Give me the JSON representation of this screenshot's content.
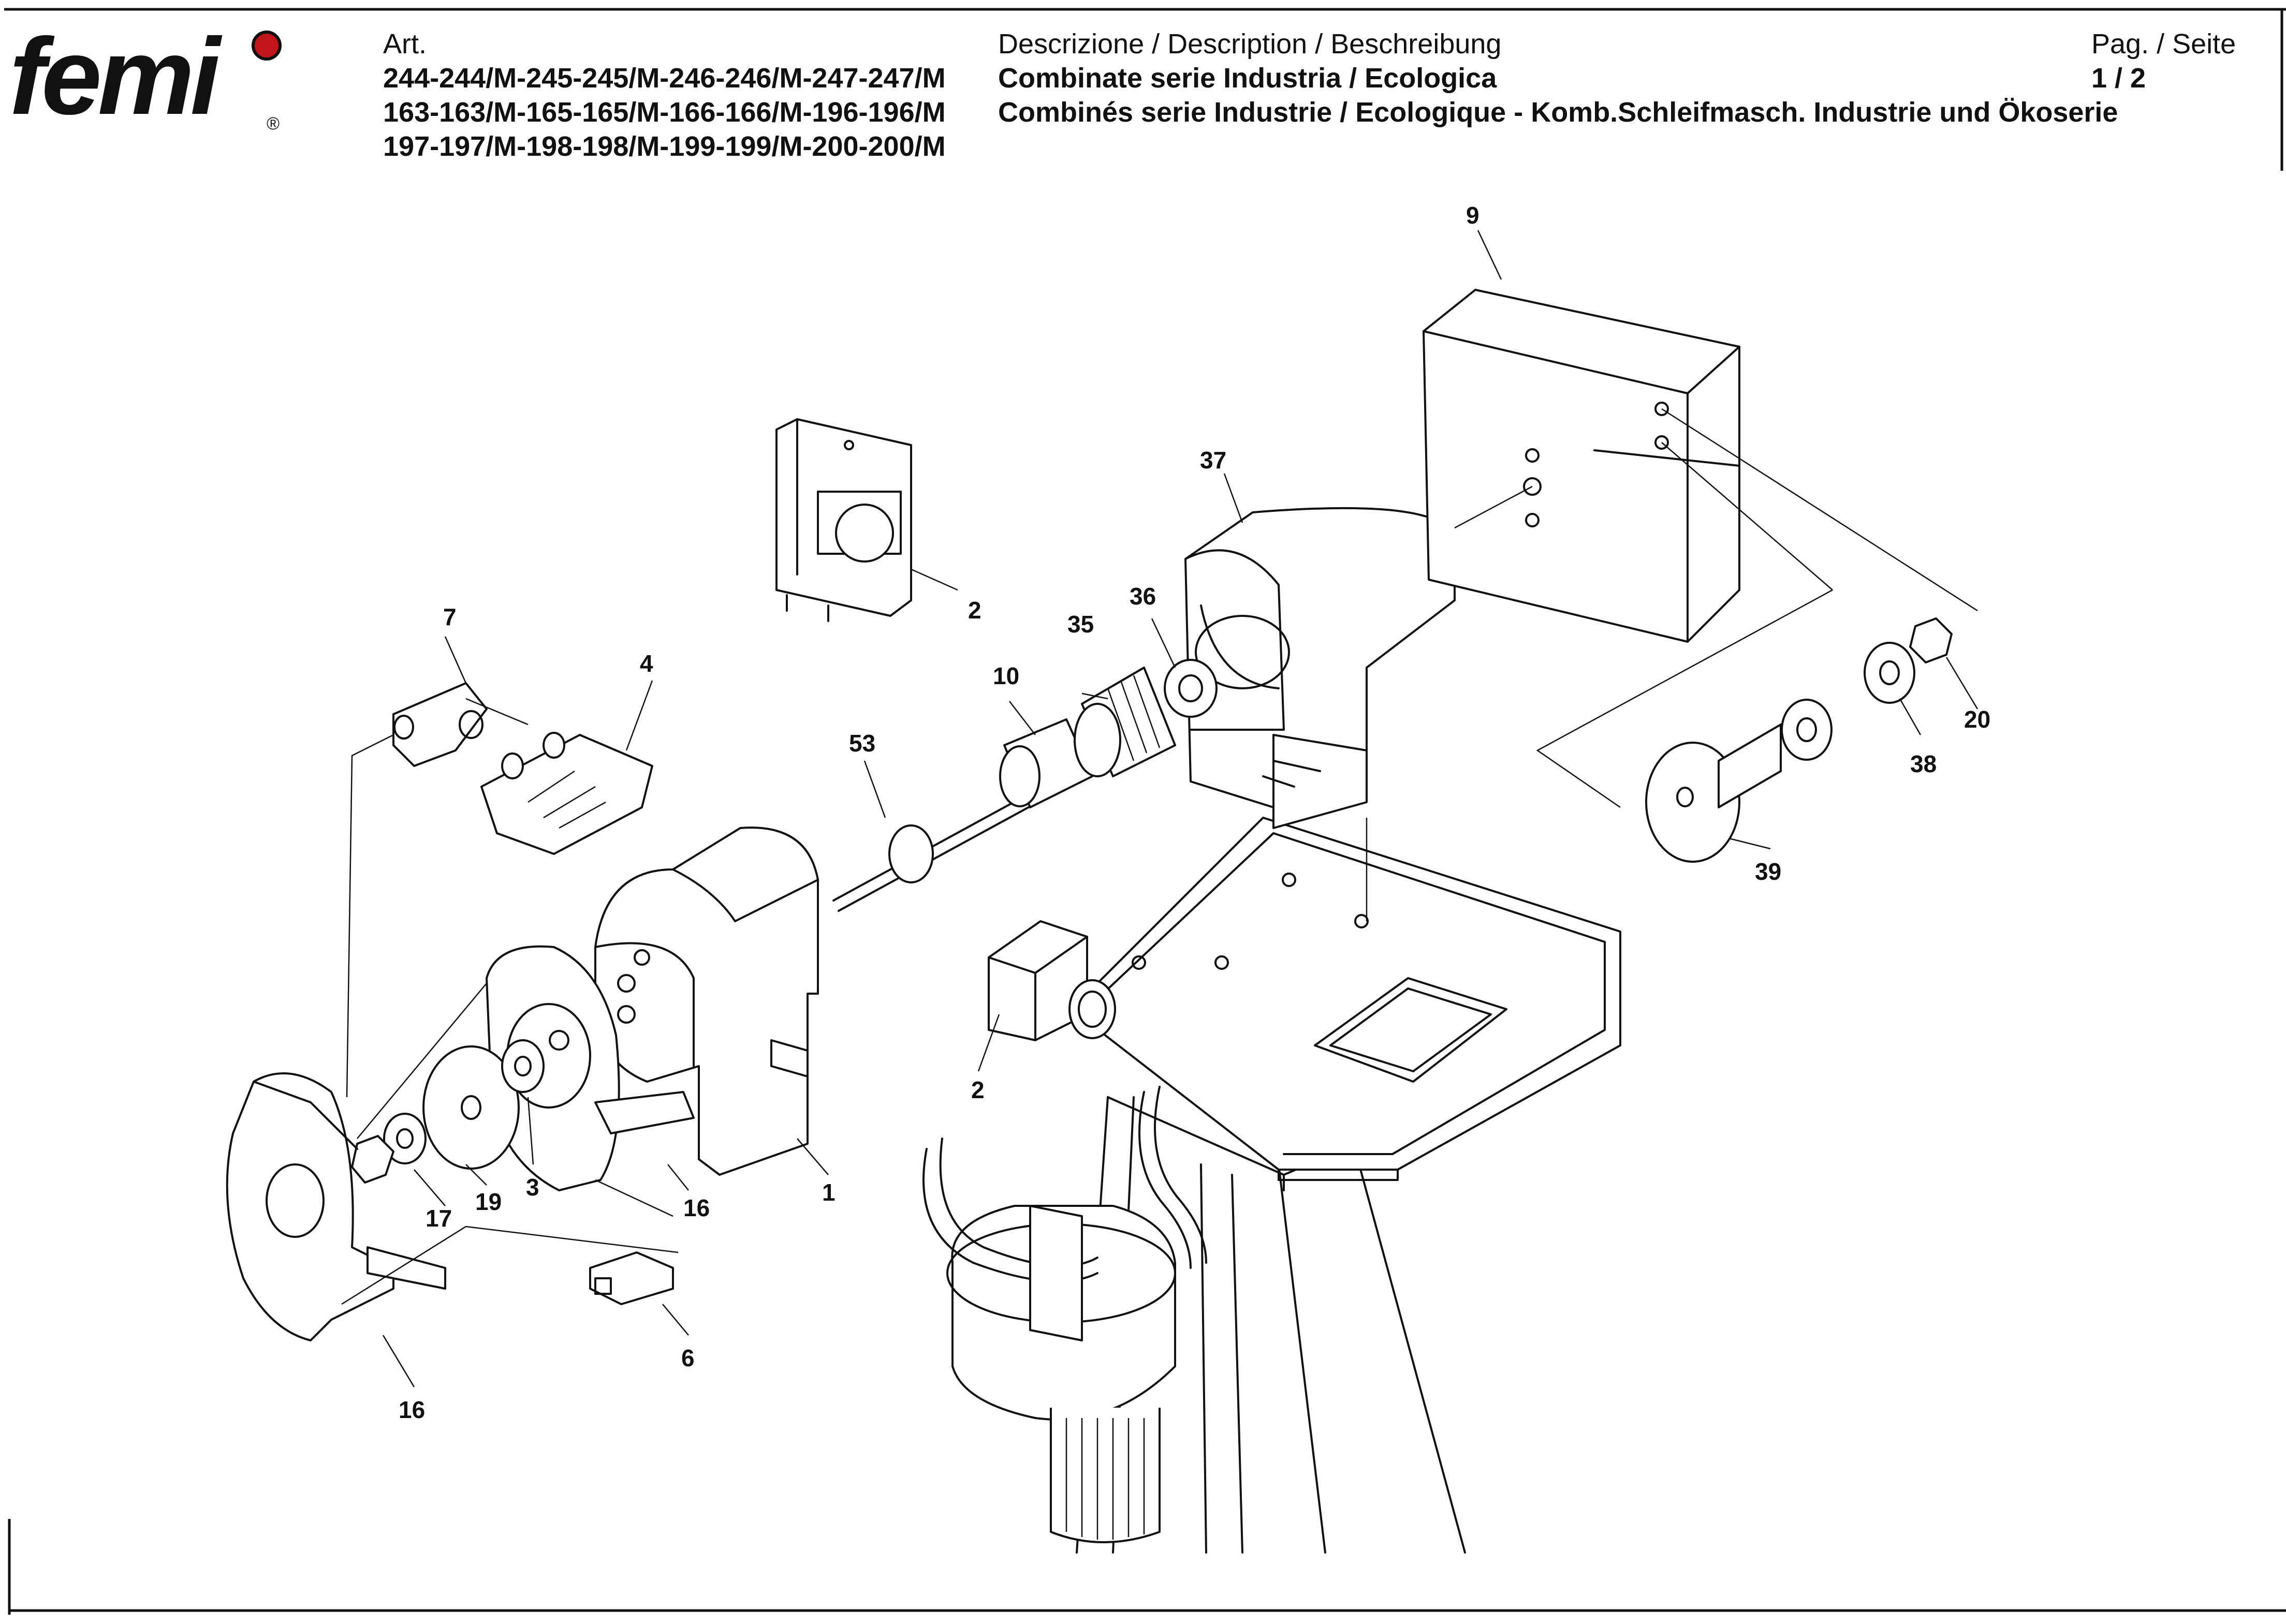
{
  "brand": {
    "name": "femi",
    "registered_mark": "®",
    "accent_color": "#c0161b"
  },
  "header": {
    "art_label": "Art.",
    "art_lines": [
      "244-244/M-245-245/M-246-246/M-247-247/M",
      "163-163/M-165-165/M-166-166/M-196-196/M",
      "197-197/M-198-198/M-199-199/M-200-200/M"
    ],
    "desc_label": "Descrizione / Description / Beschreibung",
    "desc_lines": [
      "Combinate serie Industria / Ecologica",
      "Combinés serie Industrie / Ecologique - Komb.Schleifmasch. Industrie und Ökoserie"
    ],
    "page_label": "Pag. / Seite",
    "page_value": "1 / 2"
  },
  "callouts": {
    "c1": "1",
    "c2a": "2",
    "c2b": "2",
    "c3": "3",
    "c4": "4",
    "c6": "6",
    "c7": "7",
    "c9": "9",
    "c10": "10",
    "c16a": "16",
    "c16b": "16",
    "c17": "17",
    "c19": "19",
    "c20": "20",
    "c35": "35",
    "c36": "36",
    "c37": "37",
    "c38": "38",
    "c39": "39",
    "c53": "53"
  }
}
